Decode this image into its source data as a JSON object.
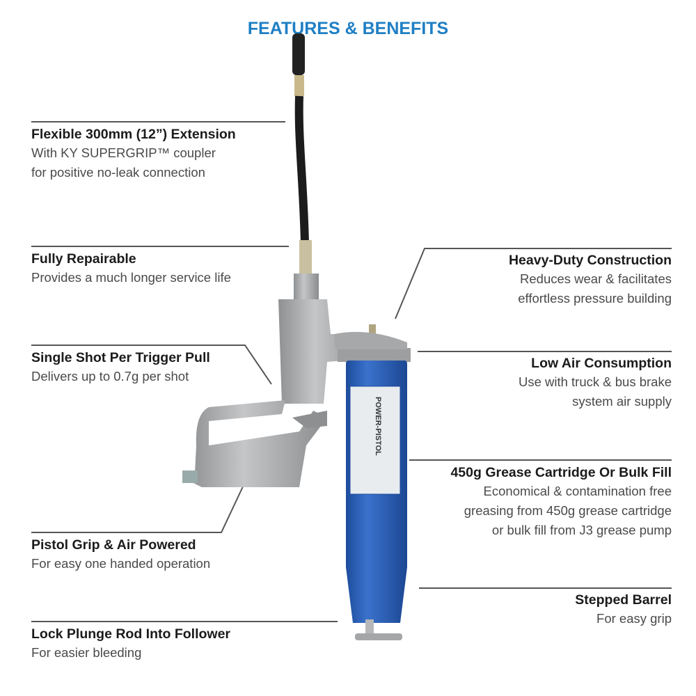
{
  "title": "FEATURES & BENEFITS",
  "colors": {
    "title": "#1f7fc4",
    "barrel": "#2c5fb8",
    "body_metal": "#a9abad"
  },
  "product_label": "POWER-PISTOL",
  "left_features": [
    {
      "heading": "Flexible 300mm (12”) Extension",
      "lines": [
        "With KY SUPERGRIP™ coupler",
        "for positive no-leak connection"
      ]
    },
    {
      "heading": "Fully Repairable",
      "lines": [
        "Provides a much longer service life"
      ]
    },
    {
      "heading": "Single Shot Per Trigger Pull",
      "lines": [
        "Delivers up to 0.7g per shot"
      ]
    },
    {
      "heading": "Pistol Grip & Air Powered",
      "lines": [
        "For easy one handed operation"
      ]
    },
    {
      "heading": "Lock Plunge Rod Into Follower",
      "lines": [
        "For easier bleeding"
      ]
    }
  ],
  "right_features": [
    {
      "heading": "Heavy-Duty Construction",
      "lines": [
        "Reduces wear & facilitates",
        "effortless pressure building"
      ]
    },
    {
      "heading": "Low Air Consumption",
      "lines": [
        "Use with truck & bus brake",
        "system air supply"
      ]
    },
    {
      "heading": "450g Grease Cartridge Or Bulk Fill",
      "lines": [
        "Economical & contamination free",
        "greasing from 450g grease cartridge",
        "or bulk fill from J3 grease pump"
      ]
    },
    {
      "heading": "Stepped Barrel",
      "lines": [
        "For easy grip"
      ]
    }
  ]
}
